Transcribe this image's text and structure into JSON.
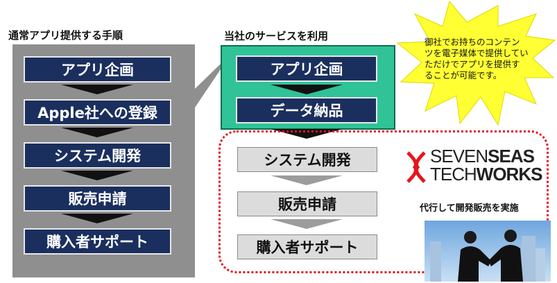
{
  "left_title": "通常アプリ提供する手順",
  "right_title": "当社のサービスを利用",
  "left_steps": [
    "アプリ企画",
    "Apple社への登録",
    "システム開発",
    "販売申請",
    "購入者サポート"
  ],
  "right_steps_top": [
    "アプリ企画",
    "データ納品"
  ],
  "right_steps_bottom": [
    "システム開発",
    "販売申請",
    "購入者サポート"
  ],
  "callout_lines": [
    "御社でお持ちのコンテン",
    "ツを電子媒体で提供してい",
    "ただけでアプリを提供す",
    "ることが可能です。"
  ],
  "logo": {
    "line1_a": "SEVEN",
    "line1_b": "SEAS",
    "line2_a": "TECH",
    "line2_b": "WORKS",
    "mark_color": "#e6151b"
  },
  "caption": "代行して開発販売を実施",
  "colors": {
    "navy": "#1b2f5e",
    "green": "#2fc397",
    "red_dotted": "#e6151b",
    "burst": "#ffff33"
  }
}
